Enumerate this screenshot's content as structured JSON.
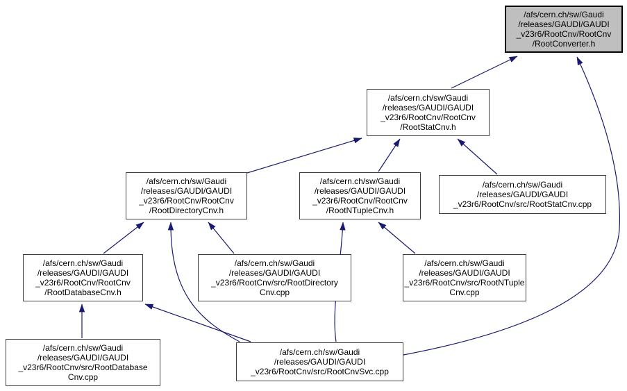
{
  "diagram": {
    "kind": "include-dependency-graph",
    "background_color": "#ffffff",
    "edge_color": "#191970",
    "node_fill": "#ffffff",
    "node_border_color": "#3d3d3d",
    "current_node_fill": "#bfbfbf",
    "current_node_border_color": "#000000",
    "nodes": [
      {
        "id": "root-converter-h",
        "kind": "current",
        "path": "/afs/cern.ch/sw/Gaudi/releases/GAUDI/GAUDI_v23r6/RootCnv/RootCnv/RootConverter.h",
        "lines": [
          "/afs/cern.ch/sw/Gaudi",
          "/releases/GAUDI/GAUDI",
          "_v23r6/RootCnv/RootCnv",
          "/RootConverter.h"
        ]
      },
      {
        "id": "root-stat-cnv-h",
        "kind": "header",
        "path": "/afs/cern.ch/sw/Gaudi/releases/GAUDI/GAUDI_v23r6/RootCnv/RootCnv/RootStatCnv.h",
        "lines": [
          "/afs/cern.ch/sw/Gaudi",
          "/releases/GAUDI/GAUDI",
          "_v23r6/RootCnv/RootCnv",
          "/RootStatCnv.h"
        ]
      },
      {
        "id": "root-directory-cnv-h",
        "kind": "header",
        "path": "/afs/cern.ch/sw/Gaudi/releases/GAUDI/GAUDI_v23r6/RootCnv/RootCnv/RootDirectoryCnv.h",
        "lines": [
          "/afs/cern.ch/sw/Gaudi",
          "/releases/GAUDI/GAUDI",
          "_v23r6/RootCnv/RootCnv",
          "/RootDirectoryCnv.h"
        ]
      },
      {
        "id": "root-ntuple-cnv-h",
        "kind": "header",
        "path": "/afs/cern.ch/sw/Gaudi/releases/GAUDI/GAUDI_v23r6/RootCnv/RootCnv/RootNTupleCnv.h",
        "lines": [
          "/afs/cern.ch/sw/Gaudi",
          "/releases/GAUDI/GAUDI",
          "_v23r6/RootCnv/RootCnv",
          "/RootNTupleCnv.h"
        ]
      },
      {
        "id": "root-stat-cnv-cpp",
        "kind": "source",
        "path": "/afs/cern.ch/sw/Gaudi/releases/GAUDI/GAUDI_v23r6/RootCnv/src/RootStatCnv.cpp",
        "lines": [
          "/afs/cern.ch/sw/Gaudi",
          "/releases/GAUDI/GAUDI",
          "_v23r6/RootCnv/src/RootStatCnv.cpp"
        ]
      },
      {
        "id": "root-database-cnv-h",
        "kind": "header",
        "path": "/afs/cern.ch/sw/Gaudi/releases/GAUDI/GAUDI_v23r6/RootCnv/RootCnv/RootDatabaseCnv.h",
        "lines": [
          "/afs/cern.ch/sw/Gaudi",
          "/releases/GAUDI/GAUDI",
          "_v23r6/RootCnv/RootCnv",
          "/RootDatabaseCnv.h"
        ]
      },
      {
        "id": "root-directory-cnv-cpp",
        "kind": "source",
        "path": "/afs/cern.ch/sw/Gaudi/releases/GAUDI/GAUDI_v23r6/RootCnv/src/RootDirectoryCnv.cpp",
        "lines": [
          "/afs/cern.ch/sw/Gaudi",
          "/releases/GAUDI/GAUDI",
          "_v23r6/RootCnv/src/RootDirectory",
          "Cnv.cpp"
        ]
      },
      {
        "id": "root-ntuple-cnv-cpp",
        "kind": "source",
        "path": "/afs/cern.ch/sw/Gaudi/releases/GAUDI/GAUDI_v23r6/RootCnv/src/RootNTupleCnv.cpp",
        "lines": [
          "/afs/cern.ch/sw/Gaudi",
          "/releases/GAUDI/GAUDI",
          "_v23r6/RootCnv/src/RootNTuple",
          "Cnv.cpp"
        ]
      },
      {
        "id": "root-database-cnv-cpp",
        "kind": "source",
        "path": "/afs/cern.ch/sw/Gaudi/releases/GAUDI/GAUDI_v23r6/RootCnv/src/RootDatabaseCnv.cpp",
        "lines": [
          "/afs/cern.ch/sw/Gaudi",
          "/releases/GAUDI/GAUDI",
          "_v23r6/RootCnv/src/RootDatabase",
          "Cnv.cpp"
        ]
      },
      {
        "id": "root-cnv-svc-cpp",
        "kind": "source",
        "path": "/afs/cern.ch/sw/Gaudi/releases/GAUDI/GAUDI_v23r6/RootCnv/src/RootCnvSvc.cpp",
        "lines": [
          "/afs/cern.ch/sw/Gaudi",
          "/releases/GAUDI/GAUDI",
          "_v23r6/RootCnv/src/RootCnvSvc.cpp"
        ]
      }
    ],
    "edges": [
      {
        "from": "root-stat-cnv-h",
        "to": "root-converter-h"
      },
      {
        "from": "root-cnv-svc-cpp",
        "to": "root-converter-h"
      },
      {
        "from": "root-directory-cnv-h",
        "to": "root-stat-cnv-h"
      },
      {
        "from": "root-ntuple-cnv-h",
        "to": "root-stat-cnv-h"
      },
      {
        "from": "root-stat-cnv-cpp",
        "to": "root-stat-cnv-h"
      },
      {
        "from": "root-database-cnv-h",
        "to": "root-directory-cnv-h"
      },
      {
        "from": "root-directory-cnv-cpp",
        "to": "root-directory-cnv-h"
      },
      {
        "from": "root-cnv-svc-cpp",
        "to": "root-directory-cnv-h"
      },
      {
        "from": "root-ntuple-cnv-cpp",
        "to": "root-ntuple-cnv-h"
      },
      {
        "from": "root-cnv-svc-cpp",
        "to": "root-ntuple-cnv-h"
      },
      {
        "from": "root-database-cnv-cpp",
        "to": "root-database-cnv-h"
      },
      {
        "from": "root-cnv-svc-cpp",
        "to": "root-database-cnv-h"
      }
    ]
  }
}
